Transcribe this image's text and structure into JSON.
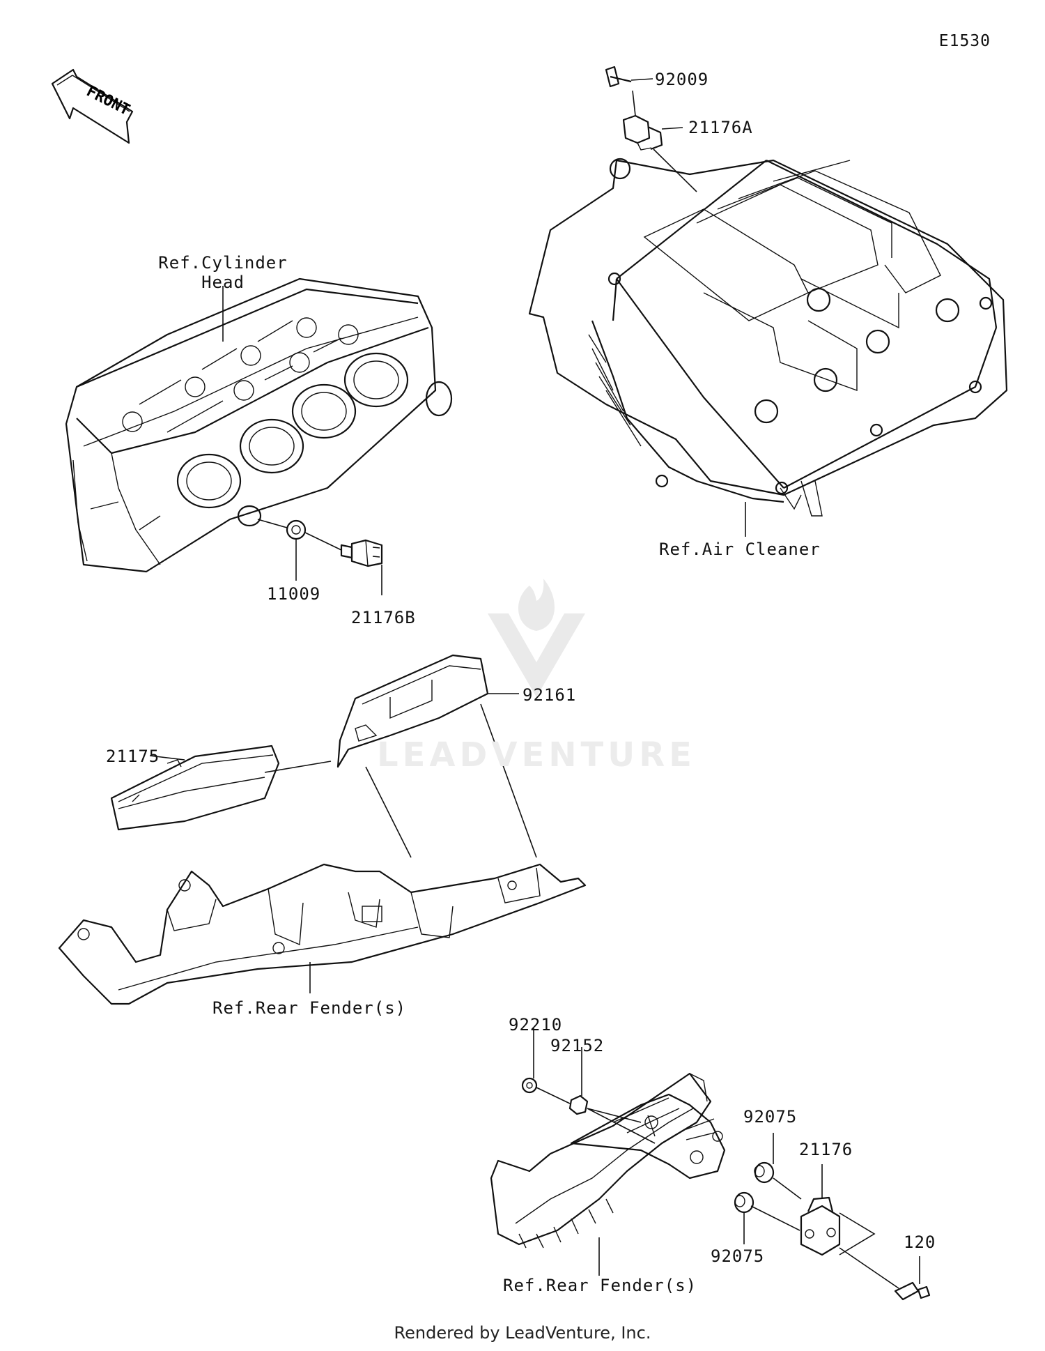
{
  "diagram_code": "E1530",
  "front_arrow_text": "FRONT",
  "callouts": {
    "p92009": "92009",
    "p21176A": "21176A",
    "ref_cylinder_head_line1": "Ref.Cylinder",
    "ref_cylinder_head_line2": "Head",
    "ref_air_cleaner": "Ref.Air Cleaner",
    "p11009": "11009",
    "p21176B": "21176B",
    "p92161": "92161",
    "p21175": "21175",
    "ref_rear_fender_upper": "Ref.Rear Fender(s)",
    "p92210": "92210",
    "p92152": "92152",
    "p92075_upper": "92075",
    "p21176": "21176",
    "p92075_lower": "92075",
    "p120": "120",
    "ref_rear_fender_lower": "Ref.Rear Fender(s)"
  },
  "watermark": "LEADVENTURE",
  "footer": "Rendered by LeadVenture, Inc."
}
